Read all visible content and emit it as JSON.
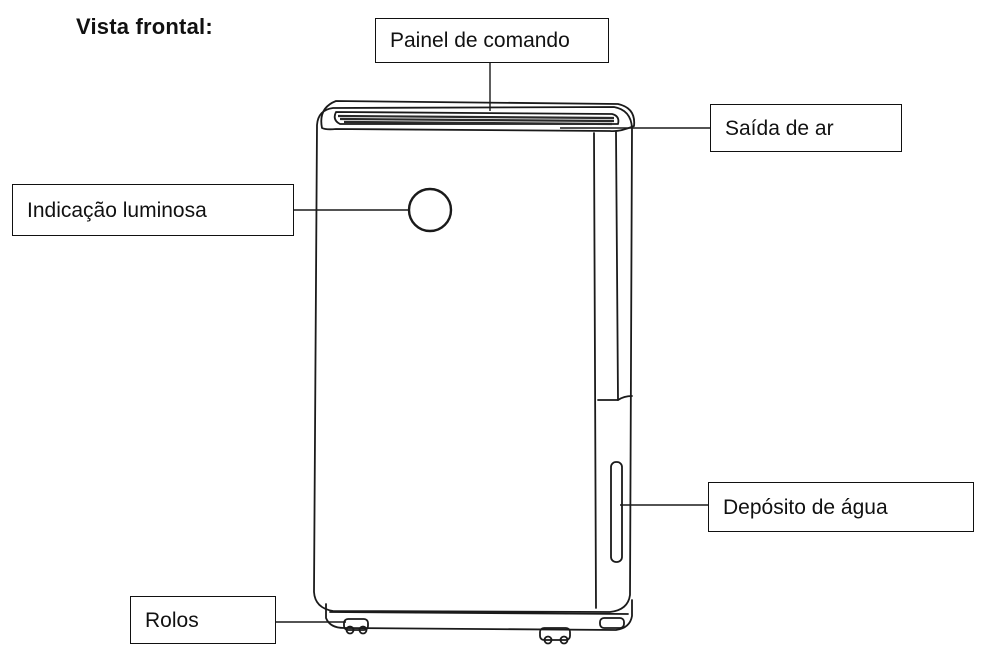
{
  "title": "Vista frontal:",
  "labels": {
    "control_panel": "Painel de comando",
    "air_outlet": "Saída de ar",
    "light_indicator": "Indicação luminosa",
    "water_tank": "Depósito de água",
    "wheels": "Rolos"
  }
}
